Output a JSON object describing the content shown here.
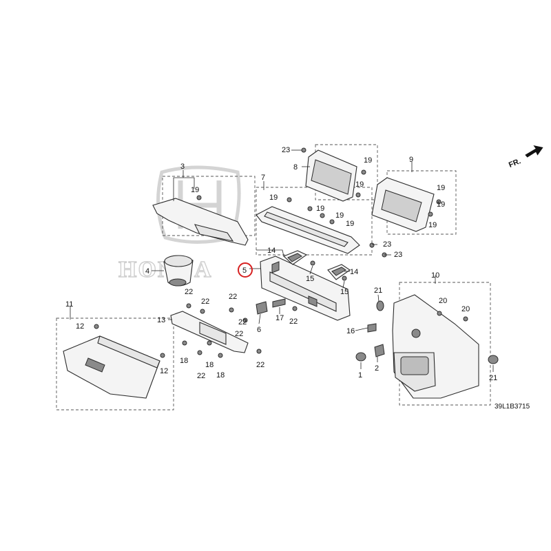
{
  "direction_label": "FR.",
  "watermark_text": "HONDA",
  "diagram_code": "39L1B3715",
  "highlight_color": "#d62020",
  "callouts": {
    "c1": "1",
    "c2": "2",
    "c3": "3",
    "c4": "4",
    "c5": "5",
    "c6": "6",
    "c7": "7",
    "c8": "8",
    "c9": "9",
    "c10": "10",
    "c11": "11",
    "c12a": "12",
    "c12b": "12",
    "c13": "13",
    "c14a": "14",
    "c14b": "14",
    "c15a": "15",
    "c15b": "15",
    "c16": "16",
    "c17": "17",
    "c18a": "18",
    "c18b": "18",
    "c18c": "18",
    "c19a": "19",
    "c19b": "19",
    "c19c": "19",
    "c19d": "19",
    "c19e": "19",
    "c19f": "19",
    "c19g": "19",
    "c19h": "19",
    "c19i": "19",
    "c19j": "19",
    "c20a": "20",
    "c20b": "20",
    "c21a": "21",
    "c21b": "21",
    "c22a": "22",
    "c22b": "22",
    "c22c": "22",
    "c22d": "22",
    "c22e": "22",
    "c22f": "22",
    "c22g": "22",
    "c22h": "22",
    "c23a": "23",
    "c23b": "23",
    "c23c": "23"
  }
}
